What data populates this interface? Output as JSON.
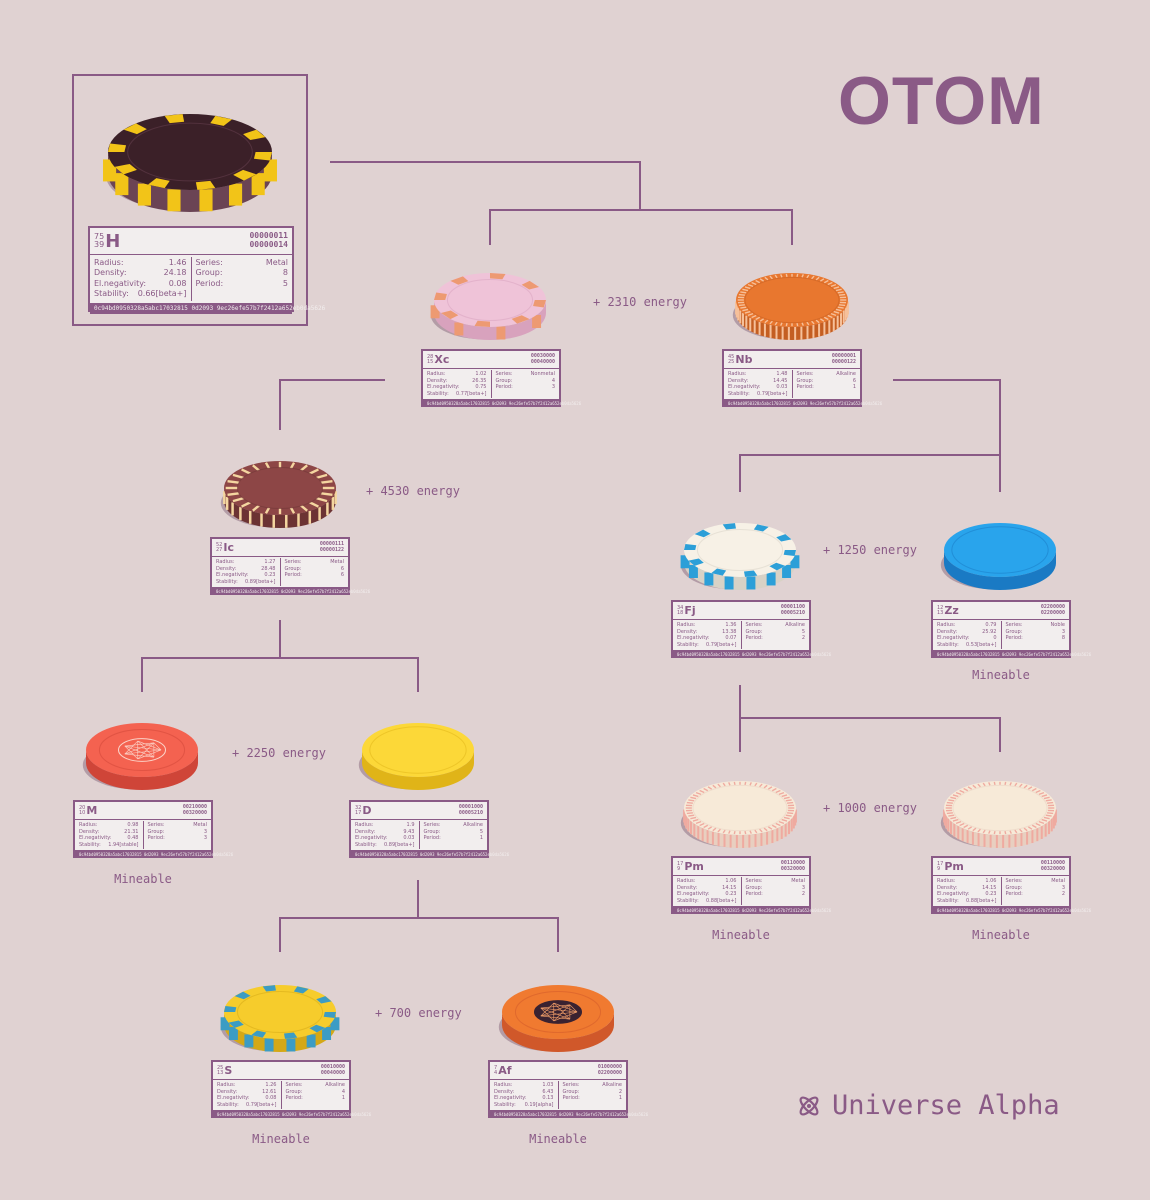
{
  "title": "OTOM",
  "brand": {
    "name": "Universe Alpha",
    "icon": "atom-icon"
  },
  "colors": {
    "background": "#e0d2d2",
    "accent": "#8a5a86",
    "card": "#f2eeee"
  },
  "energies": [
    "+ 2310 energy",
    "+ 4530 energy",
    "+ 1250 energy",
    "+ 2250 energy",
    "+ 1000 energy",
    "+ 700 energy"
  ],
  "mineable": "Mineable",
  "nodes": [
    {
      "id": "H",
      "symbol": "H",
      "mass": "75",
      "number": "39",
      "code1": "00000011",
      "code2": "00000014",
      "radius": "1.46",
      "density": "24.18",
      "electronegativity": "0.08",
      "stability": "0.66[beta+]",
      "series": "Metal",
      "group": "8",
      "period": "5",
      "hash": "0c94bd0950328a5abc17032815 0d2093 9ec26efe57b7f2412a652eb0da5626",
      "coin": {
        "top": "#3b2028",
        "side": "#6b4454",
        "accent": "#f2c418",
        "pattern": "blocks"
      }
    },
    {
      "id": "Xc",
      "symbol": "Xc",
      "mass": "28",
      "number": "15",
      "code1": "00030000",
      "code2": "00040000",
      "radius": "1.02",
      "density": "26.35",
      "electronegativity": "0.75",
      "stability": "0.77[beta+]",
      "series": "Nonmetal",
      "group": "4",
      "period": "3",
      "hash": "0c94bd0950328a5abc17032815 0d2093 9ec26efe57b7f2412a652eb0da5626",
      "coin": {
        "top": "#efc3d8",
        "side": "#d8a2bd",
        "accent": "#ed9a72",
        "pattern": "sparse"
      }
    },
    {
      "id": "Nb",
      "symbol": "Nb",
      "mass": "45",
      "number": "25",
      "code1": "00000001",
      "code2": "00000122",
      "radius": "1.48",
      "density": "14.45",
      "electronegativity": "0.03",
      "stability": "0.79[beta+]",
      "series": "Alkaline",
      "group": "6",
      "period": "1",
      "hash": "0c94bd0950328a5abc17032815 0d2093 9ec26efe57b7f2412a652eb0da5626",
      "coin": {
        "top": "#e8772f",
        "side": "#c45e22",
        "accent": "#f6c09a",
        "pattern": "stripes"
      }
    },
    {
      "id": "Ic",
      "symbol": "Ic",
      "mass": "52",
      "number": "27",
      "code1": "00000111",
      "code2": "00000122",
      "radius": "1.27",
      "density": "28.48",
      "electronegativity": "0.23",
      "stability": "0.89[beta+]",
      "series": "Metal",
      "group": "6",
      "period": "6",
      "hash": "0c94bd0950328a5abc17032815 0d2093 9ec26efe57b7f2412a652eb0da5626",
      "coin": {
        "top": "#8d4646",
        "side": "#6c3333",
        "accent": "#f4d6a0",
        "pattern": "dashes"
      }
    },
    {
      "id": "Fj",
      "symbol": "Fj",
      "mass": "34",
      "number": "18",
      "code1": "00001100",
      "code2": "00005210",
      "radius": "1.36",
      "density": "13.38",
      "electronegativity": "0.07",
      "stability": "0.79[beta+]",
      "series": "Alkaline",
      "group": "5",
      "period": "2",
      "hash": "0c94bd0950328a5abc17032815 0d2093 9ec26efe57b7f2412a652eb0da5626",
      "coin": {
        "top": "#f7f1e6",
        "side": "#d8d2c6",
        "accent": "#2c9fd8",
        "pattern": "blocks"
      }
    },
    {
      "id": "Zz",
      "symbol": "Zz",
      "mass": "12",
      "number": "13",
      "code1": "02200000",
      "code2": "02200000",
      "radius": "0.79",
      "density": "25.92",
      "electronegativity": "0",
      "stability": "0.53[beta+]",
      "series": "Noble",
      "group": "3",
      "period": "8",
      "hash": "0c94bd0950328a5abc17032815 0d2093 9ec26efe57b7f2412a652eb0da5626",
      "coin": {
        "top": "#29a4ec",
        "side": "#1a7ac4",
        "accent": "#29a4ec",
        "pattern": "plain"
      }
    },
    {
      "id": "M",
      "symbol": "M",
      "mass": "20",
      "number": "10",
      "code1": "00210000",
      "code2": "00320000",
      "radius": "0.98",
      "density": "21.31",
      "electronegativity": "0.48",
      "stability": "1.94[stable]",
      "series": "Metal",
      "group": "3",
      "period": "3",
      "hash": "0c94bd0950328a5abc17032815 0d2093 9ec26efe57b7f2412a652eb0da5626",
      "coin": {
        "top": "#f46250",
        "side": "#cf4538",
        "accent": "#fbd3c8",
        "pattern": "emblem"
      }
    },
    {
      "id": "D",
      "symbol": "D",
      "mass": "32",
      "number": "17",
      "code1": "00001000",
      "code2": "00005210",
      "radius": "1.9",
      "density": "9.43",
      "electronegativity": "0.03",
      "stability": "0.89[beta+]",
      "series": "Alkaline",
      "group": "5",
      "period": "1",
      "hash": "0c94bd0950328a5abc17032815 0d2093 9ec26efe57b7f2412a652eb0da5626",
      "coin": {
        "top": "#fcd838",
        "side": "#e0b418",
        "accent": "#fcd838",
        "pattern": "plain"
      }
    },
    {
      "id": "Pm1",
      "symbol": "Pm",
      "mass": "17",
      "number": "9",
      "code1": "00110000",
      "code2": "00320000",
      "radius": "1.06",
      "density": "14.15",
      "electronegativity": "0.23",
      "stability": "0.88[beta+]",
      "series": "Metal",
      "group": "3",
      "period": "2",
      "hash": "0c94bd0950328a5abc17032815 0d2093 9ec26efe57b7f2412a652eb0da5626",
      "coin": {
        "top": "#f7ead8",
        "side": "#e8cfc0",
        "accent": "#efaaa0",
        "pattern": "stripes"
      }
    },
    {
      "id": "Pm2",
      "symbol": "Pm",
      "mass": "17",
      "number": "9",
      "code1": "00110000",
      "code2": "00320000",
      "radius": "1.06",
      "density": "14.15",
      "electronegativity": "0.23",
      "stability": "0.88[beta+]",
      "series": "Metal",
      "group": "3",
      "period": "2",
      "hash": "0c94bd0950328a5abc17032815 0d2093 9ec26efe57b7f2412a652eb0da5626",
      "coin": {
        "top": "#f7ead8",
        "side": "#e8cfc0",
        "accent": "#efaaa0",
        "pattern": "stripes"
      }
    },
    {
      "id": "S",
      "symbol": "S",
      "mass": "25",
      "number": "13",
      "code1": "00010000",
      "code2": "00040000",
      "radius": "1.26",
      "density": "12.61",
      "electronegativity": "0.08",
      "stability": "0.79[beta+]",
      "series": "Alkaline",
      "group": "4",
      "period": "1",
      "hash": "0c94bd0950328a5abc17032815 0d2093 9ec26efe57b7f2412a652eb0da5626",
      "coin": {
        "top": "#f6cc2c",
        "side": "#d4a816",
        "accent": "#3c9cc4",
        "pattern": "blocks"
      }
    },
    {
      "id": "Af",
      "symbol": "Af",
      "mass": "7",
      "number": "4",
      "code1": "01000000",
      "code2": "02200000",
      "radius": "1.03",
      "density": "6.43",
      "electronegativity": "0.13",
      "stability": "0.19[alpha]",
      "series": "Alkaline",
      "group": "2",
      "period": "1",
      "hash": "0c94bd0950328a5abc17032815 0d2093 9ec26efe57b7f2412a652eb0da5626",
      "coin": {
        "top": "#f07a30",
        "side": "#d0582a",
        "accent": "#3a2230",
        "pattern": "emblem"
      }
    }
  ],
  "labels": {
    "radius": "Radius:",
    "density": "Density:",
    "electronegativity": "El.negativity:",
    "stability": "Stability:",
    "series": "Series:",
    "group": "Group:",
    "period": "Period:"
  }
}
